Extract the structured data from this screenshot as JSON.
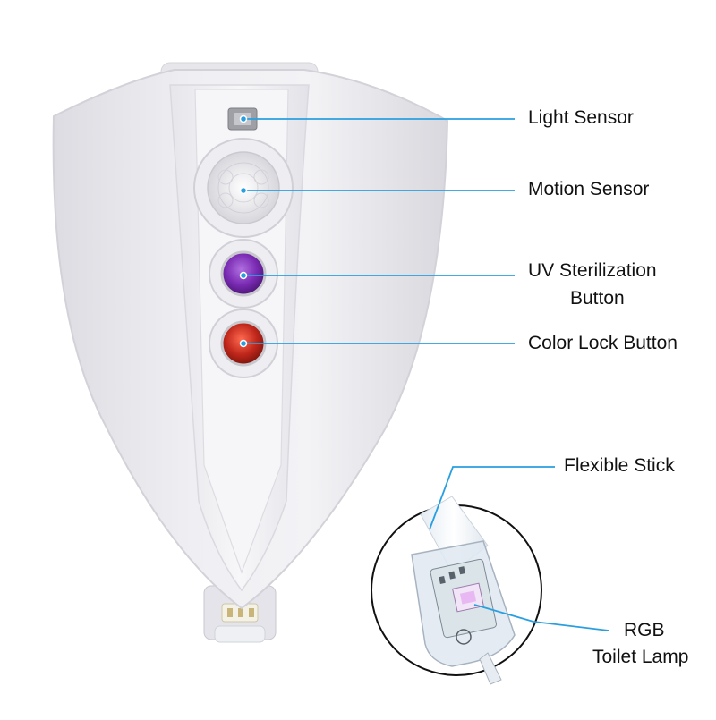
{
  "colors": {
    "leader_line": "#2a9fe0",
    "uv_button": "#7a2bb3",
    "color_lock_button": "#c0271b",
    "device_body": "#e9e9ee"
  },
  "labels": {
    "light_sensor": "Light Sensor",
    "motion_sensor": "Motion Sensor",
    "uv_button_line1": "UV Sterilization",
    "uv_button_line2": "Button",
    "color_lock_button": "Color Lock Button",
    "flexible_stick": "Flexible Stick",
    "rgb_lamp_line1": "RGB",
    "rgb_lamp_line2": "Toilet Lamp"
  },
  "icons": {
    "device": "shield-device-icon",
    "light_sensor": "square-sensor-icon",
    "motion_sensor": "fresnel-lens-icon",
    "uv_button": "purple-button-icon",
    "color_lock_button": "red-button-icon",
    "lamp_detail": "magnified-lamp-icon"
  }
}
